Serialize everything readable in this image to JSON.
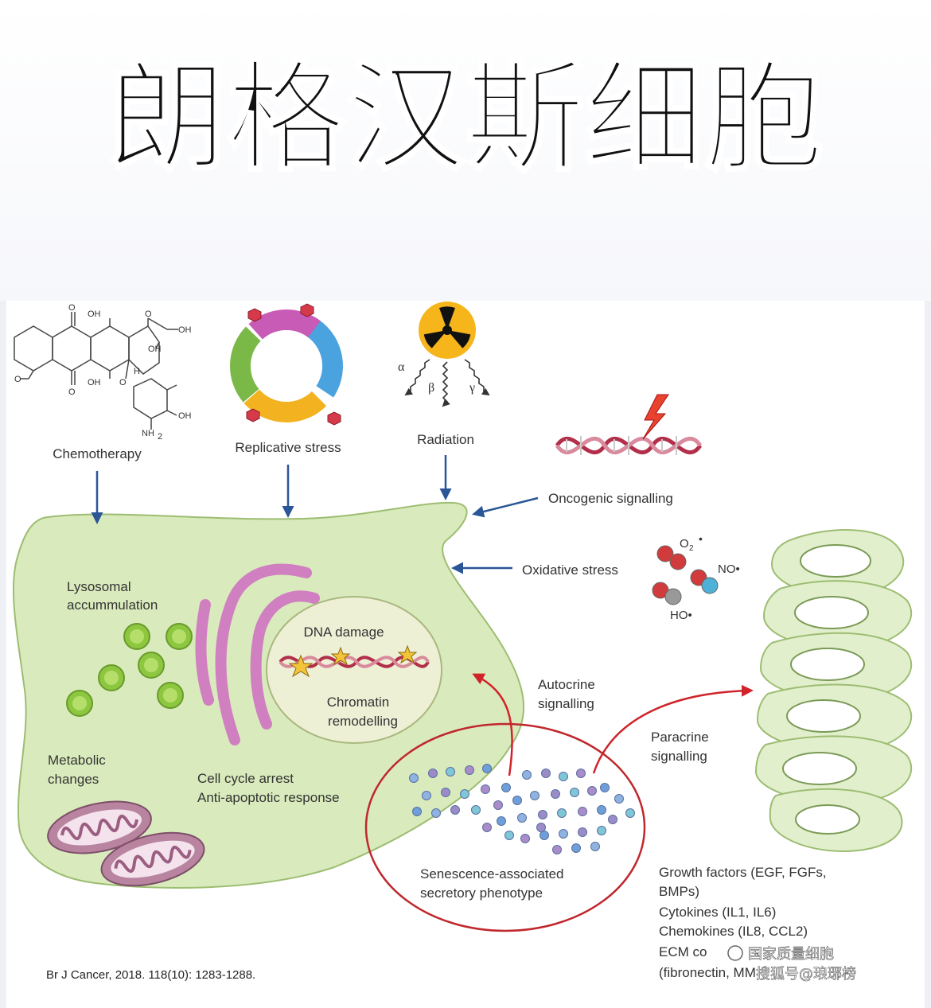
{
  "title": "朗格汉斯细胞",
  "inducers": {
    "chemotherapy": "Chemotherapy",
    "replicative_stress": "Replicative stress",
    "radiation": "Radiation",
    "oncogenic_signalling": "Oncogenic signalling",
    "oxidative_stress": "Oxidative stress"
  },
  "chem_labels": {
    "oh1": "OH",
    "oh2": "OH",
    "oh3": "OH",
    "oh4": "OH",
    "oh5": "OH",
    "o1": "O",
    "o2": "O",
    "o3": "O",
    "o4": "O",
    "o5": "O",
    "h": "H",
    "nh2": "NH",
    "nh2_sub": "2"
  },
  "radiation_types": {
    "alpha": "α",
    "beta": "β",
    "gamma": "γ"
  },
  "radicals": {
    "superoxide": "O",
    "superoxide_sub": "2",
    "superoxide_dot": "•",
    "nitric_oxide": "NO•",
    "hydroxyl": "HO•"
  },
  "cell": {
    "lysosomal_1": "Lysosomal",
    "lysosomal_2": "accummulation",
    "metabolic_1": "Metabolic",
    "metabolic_2": "changes",
    "dna_damage": "DNA damage",
    "chromatin_1": "Chromatin",
    "chromatin_2": "remodelling",
    "cycle_arrest": "Cell cycle arrest",
    "anti_apoptotic": "Anti-apoptotic response"
  },
  "signalling": {
    "autocrine_1": "Autocrine",
    "autocrine_2": "signalling",
    "paracrine_1": "Paracrine",
    "paracrine_2": "signalling"
  },
  "sasp": {
    "line1": "Senescence-associated",
    "line2": "secretory phenotype"
  },
  "factors": [
    "Growth factors (EGF, FGFs,",
    "BMPs)",
    "Cytokines (IL1, IL6)",
    "Chemokines (IL8, CCL2)",
    "ECM co",
    "(fibronectin, MM"
  ],
  "watermark": {
    "line1": "国家质量细胞",
    "line2": "搜狐号@琅琊榜"
  },
  "citation": "Br J Cancer, 2018. 118(10): 1283-1288.",
  "colors": {
    "cell_fill": "#d9ebbd",
    "cell_stroke": "#9dbd72",
    "lysosome": "#8dc63f",
    "er": "#d07fc0",
    "mito_outer": "#b884a0",
    "arrow_blue": "#2a5597",
    "arrow_red": "#d0232a",
    "nucleus_fill": "#eef0d6"
  }
}
